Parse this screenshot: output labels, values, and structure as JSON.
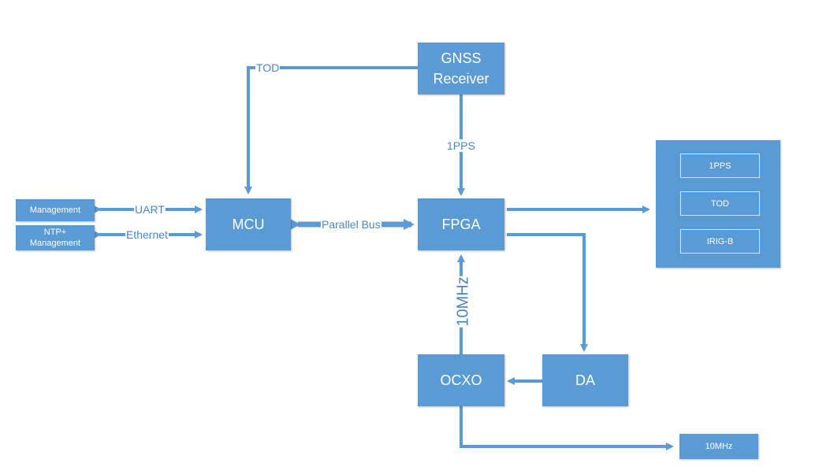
{
  "colors": {
    "box_fill": "#5b9bd5",
    "line": "#5b9bd5",
    "box_text": "#ffffff",
    "label_text": "#4a86c5"
  },
  "blocks": {
    "gnss": {
      "line1": "GNSS",
      "line2": "Receiver"
    },
    "mcu": "MCU",
    "fpga": "FPGA",
    "ocxo": "OCXO",
    "da": "DA",
    "management": "Management",
    "ntp": {
      "line1": "NTP+",
      "line2": "Management"
    },
    "out_10mhz": "10MHz"
  },
  "outputs_group": {
    "items": [
      "1PPS",
      "TOD",
      "IRIG-B"
    ]
  },
  "labels": {
    "tod": "TOD",
    "pps": "1PPS",
    "uart": "UART",
    "ethernet": "Ethernet",
    "parallel_bus": "Parallel Bus",
    "ref_10mhz": "10MHz"
  }
}
